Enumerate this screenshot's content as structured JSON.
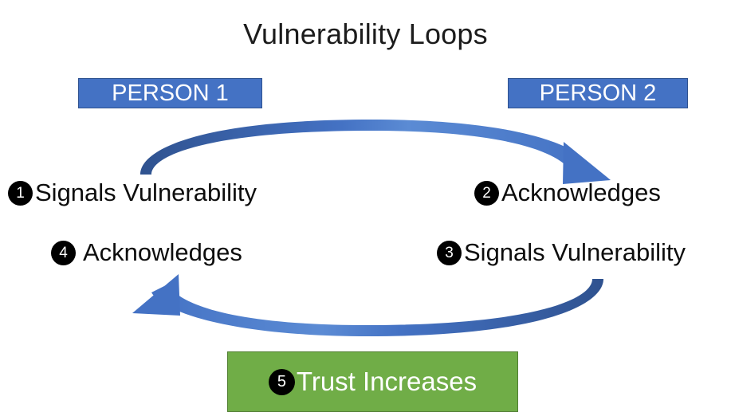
{
  "title": "Vulnerability Loops",
  "colors": {
    "blue": "#4472C4",
    "blue_border": "#2F528F",
    "green": "#70AD47",
    "green_border": "#507E32",
    "badge": "#000000",
    "text": "#0d0d0d",
    "background": "#FFFFFF"
  },
  "columns": {
    "person1": "PERSON 1",
    "person2": "PERSON 2"
  },
  "steps": [
    {
      "number": "1",
      "label": "Signals Vulnerability",
      "column": "person1"
    },
    {
      "number": "2",
      "label": "Acknowledges",
      "column": "person2"
    },
    {
      "number": "3",
      "label": "Signals Vulnerability",
      "column": "person2"
    },
    {
      "number": "4",
      "label": "Acknowledges",
      "column": "person1"
    }
  ],
  "outcome": {
    "number": "5",
    "label": "Trust Increases"
  },
  "arrows": {
    "top": {
      "name": "arrow-person1-to-person2",
      "direction": "left-to-right",
      "color": "#4472C4"
    },
    "bottom": {
      "name": "arrow-person2-to-person1",
      "direction": "right-to-left",
      "color": "#4472C4"
    }
  }
}
